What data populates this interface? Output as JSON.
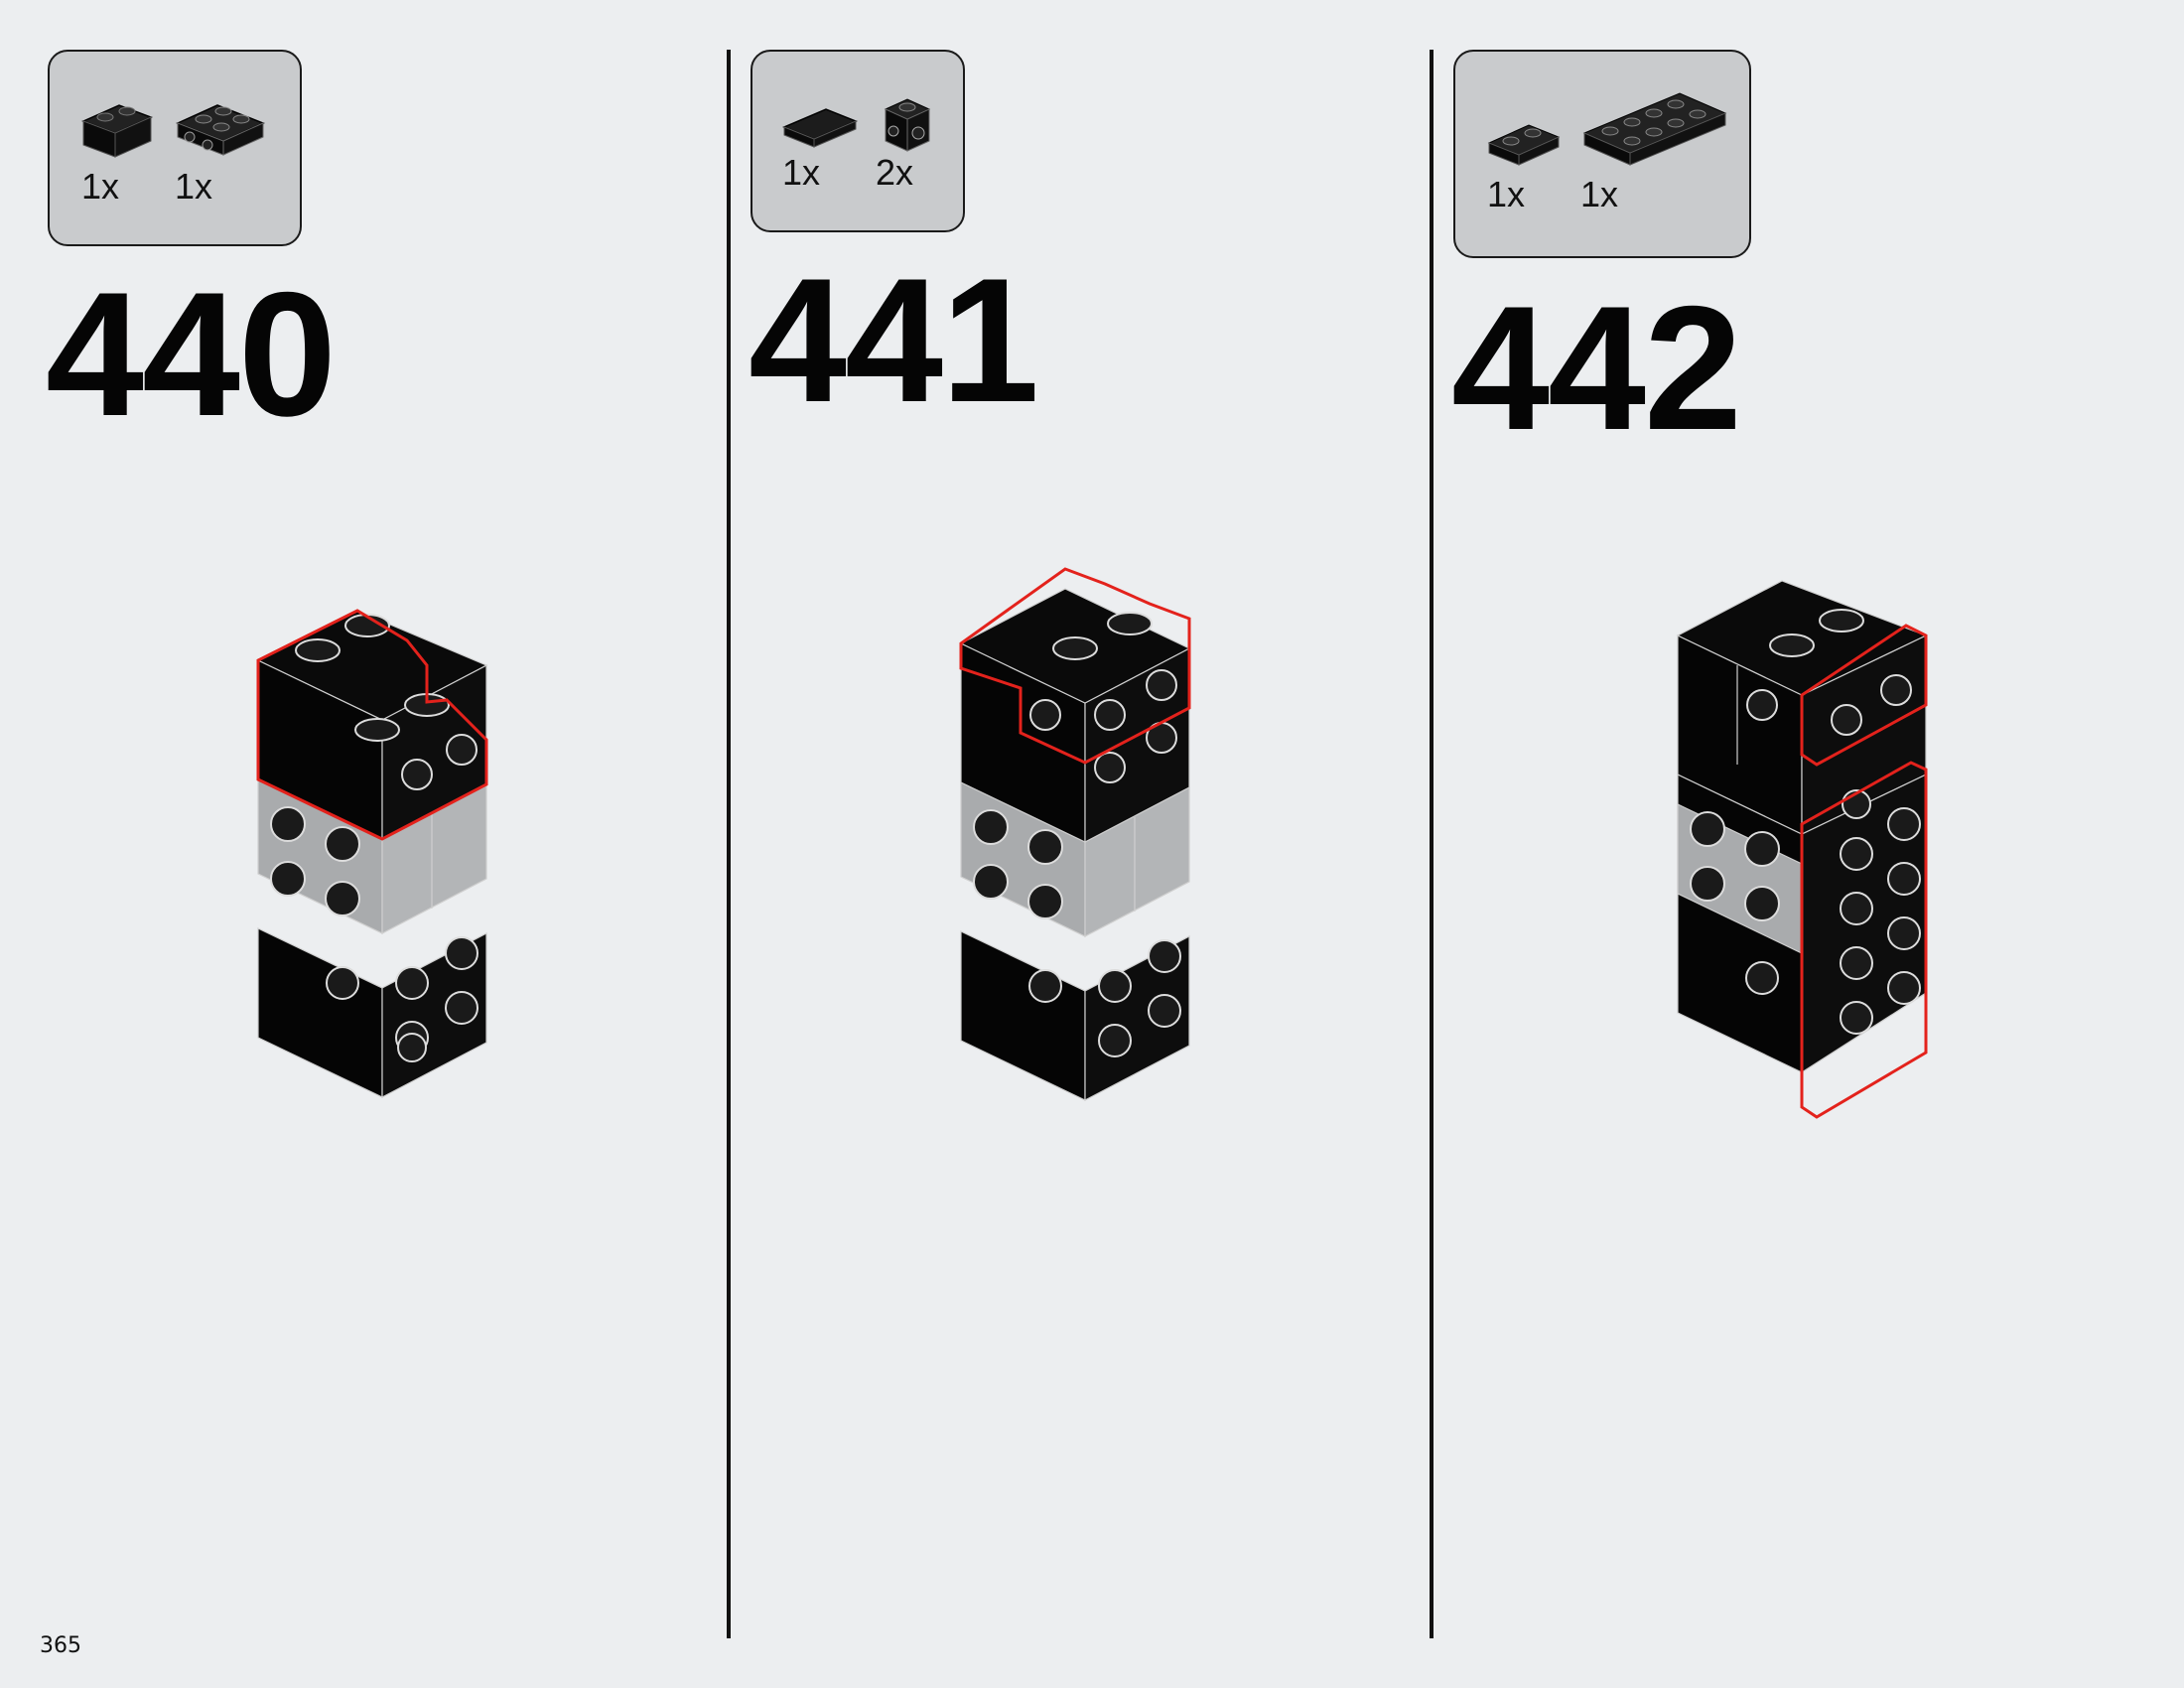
{
  "page_number": "365",
  "accent_color": "#e3221c",
  "steps": [
    {
      "number": "440",
      "parts": [
        {
          "icon": "brick-1x2-icon",
          "qty": "1x"
        },
        {
          "icon": "bracket-plate-icon",
          "qty": "1x"
        }
      ]
    },
    {
      "number": "441",
      "parts": [
        {
          "icon": "tile-1x2-icon",
          "qty": "1x"
        },
        {
          "icon": "brick-with-stud-on-side-icon",
          "qty": "2x"
        }
      ]
    },
    {
      "number": "442",
      "parts": [
        {
          "icon": "plate-1x2-icon",
          "qty": "1x"
        },
        {
          "icon": "plate-2x4-icon",
          "qty": "1x"
        }
      ]
    }
  ]
}
